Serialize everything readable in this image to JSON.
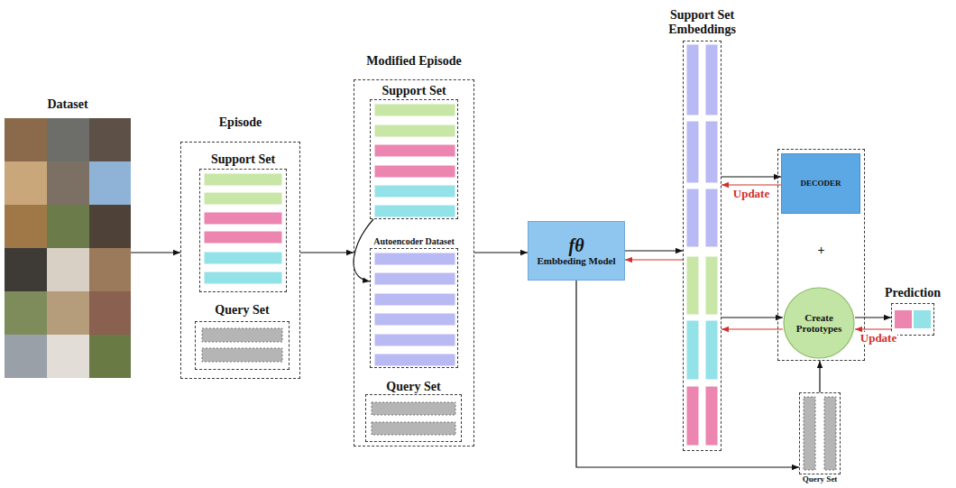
{
  "diagram": {
    "nodes": [
      {
        "text": [
          "Dataset"
        ]
      },
      {
        "text": [
          "Episode"
        ]
      },
      {
        "text": [
          "Support Set"
        ],
        "in": 1
      },
      {
        "text": [
          "Query Set"
        ],
        "in": 1
      },
      {
        "text": [
          "Modified Episode"
        ]
      },
      {
        "text": [
          "Support Set"
        ],
        "in": 4
      },
      {
        "text": [
          "Autoencoder Dataset"
        ],
        "in": 4
      },
      {
        "text": [
          "Query Set"
        ],
        "in": 4
      },
      {
        "text": [
          "fθ",
          "Embbeding Model"
        ]
      },
      {
        "text": [
          "Support Set Embeddings"
        ]
      },
      {
        "text": [
          "+"
        ]
      },
      {
        "text": [
          "DECODER"
        ],
        "in": 10
      },
      {
        "text": [
          "Create Prototypes"
        ],
        "in": 10
      },
      {
        "text": [
          "Prediction"
        ]
      },
      {
        "text": [
          "Query Set"
        ]
      }
    ],
    "edges": [
      {
        "from": 0,
        "to": 1,
        "arrow": "to"
      },
      {
        "from": 1,
        "to": 4,
        "arrow": "to"
      },
      {
        "from": 4,
        "to": 8,
        "arrow": "to"
      },
      {
        "from": 8,
        "to": 9,
        "arrow": "to"
      },
      {
        "from": 9,
        "to": 8,
        "arrow": "to"
      },
      {
        "from": 9,
        "to": 11,
        "arrow": "to"
      },
      {
        "from": 11,
        "to": 9,
        "label": "Update",
        "arrow": "to"
      },
      {
        "from": 9,
        "to": 12,
        "arrow": "to"
      },
      {
        "from": 12,
        "to": 9,
        "arrow": "to"
      },
      {
        "from": 12,
        "to": 13,
        "arrow": "to"
      },
      {
        "from": 13,
        "to": 12,
        "label": "Update",
        "arrow": "to"
      },
      {
        "from": 8,
        "to": 14,
        "arrow": "to"
      },
      {
        "from": 14,
        "to": 10,
        "arrow": "to"
      },
      {
        "from": 5,
        "to": 6,
        "arrow": "to"
      }
    ]
  }
}
